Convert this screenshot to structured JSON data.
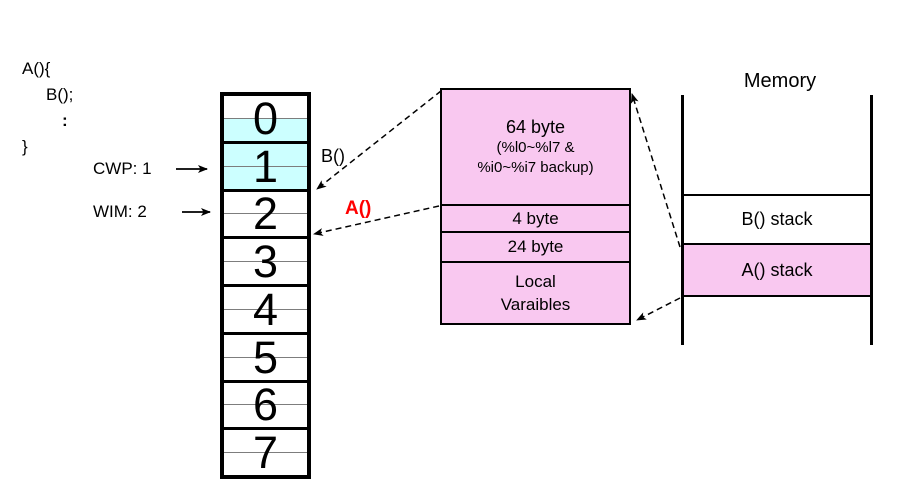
{
  "palette": {
    "highlight_cyan": "#ccffff",
    "frame_pink": "#f9c8f0",
    "accent_red": "#ff0000"
  },
  "code": {
    "lines": [
      "A(){",
      "B();",
      ":",
      "}"
    ]
  },
  "registers": {
    "cwp_label": "CWP: 1",
    "wim_label": "WIM: 2",
    "windows": [
      "0",
      "1",
      "2",
      "3",
      "4",
      "5",
      "6",
      "7"
    ]
  },
  "call_labels": {
    "b": "B()",
    "a": "A()"
  },
  "frame_detail": {
    "sections": [
      {
        "lines": [
          "64 byte",
          "(%l0~%l7 &",
          "%i0~%i7 backup)"
        ]
      },
      {
        "lines": [
          "4 byte"
        ]
      },
      {
        "lines": [
          "24 byte"
        ]
      },
      {
        "lines": [
          "Local",
          "Varaibles"
        ]
      }
    ]
  },
  "memory": {
    "title": "Memory",
    "rows": [
      {
        "label": "B() stack"
      },
      {
        "label": "A() stack"
      }
    ]
  }
}
